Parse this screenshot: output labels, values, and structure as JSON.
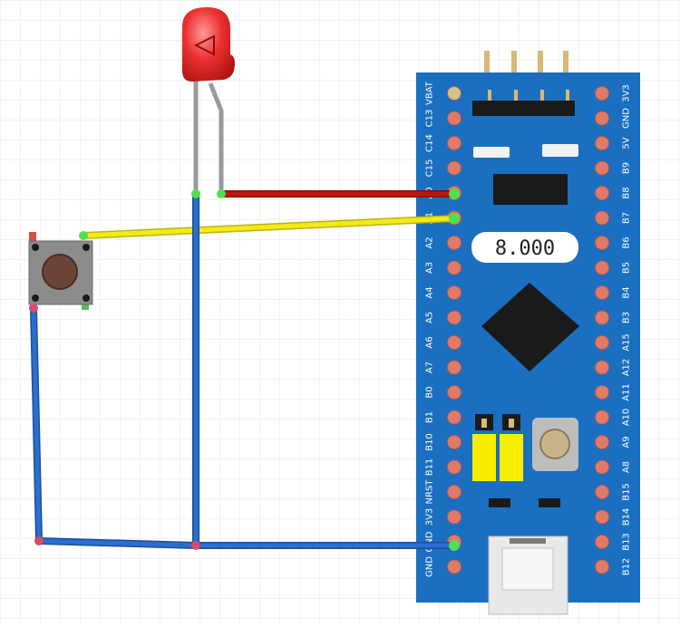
{
  "board": {
    "left_pins": [
      "VBAT",
      "C13",
      "C14",
      "C15",
      "A0",
      "A1",
      "A2",
      "A3",
      "A4",
      "A5",
      "A6",
      "A7",
      "B0",
      "B1",
      "B10",
      "B11",
      "NRST",
      "3V3",
      "GND",
      "GND"
    ],
    "right_pins": [
      "3V3",
      "GND",
      "5V",
      "B9",
      "B8",
      "B7",
      "B6",
      "B5",
      "B4",
      "B3",
      "A15",
      "A12",
      "A11",
      "A10",
      "A9",
      "A8",
      "B15",
      "B14",
      "B13",
      "B12"
    ],
    "display": "8.000"
  },
  "colors": {
    "board": "#1a6fc0",
    "pin": "#e07b6a",
    "wire_red": "#c0150f",
    "wire_yellow": "#f2ea1a",
    "wire_blue": "#2a6ed0",
    "led": "#e52424",
    "jumper": "#f7ee00"
  },
  "icons": {
    "led": "red-led-icon",
    "button": "push-button-icon",
    "chip": "microcontroller-chip-icon",
    "usb": "micro-usb-port-icon"
  }
}
